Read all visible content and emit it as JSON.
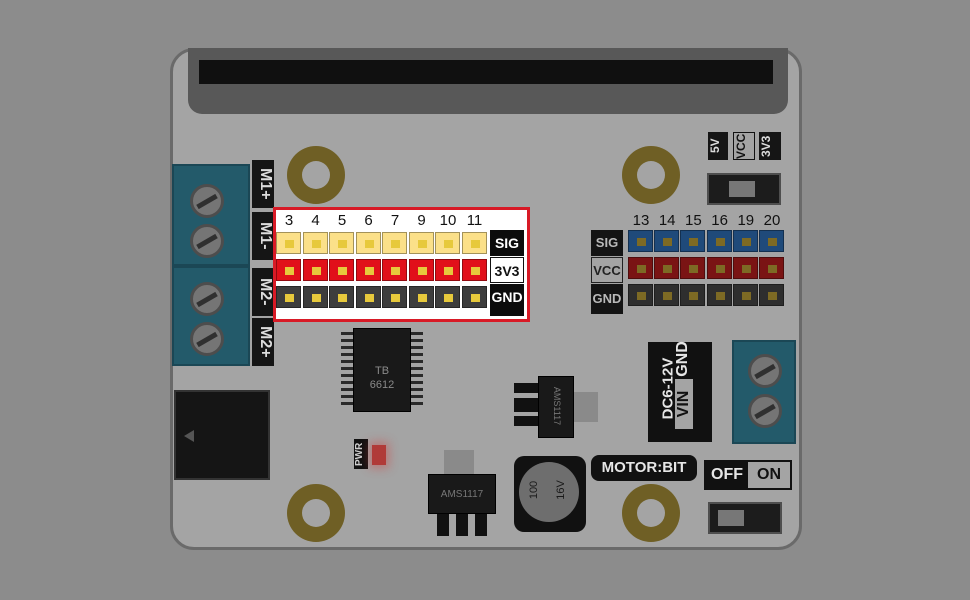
{
  "motor_terminal_labels": [
    "M1+",
    "M1-",
    "M2-",
    "M2+"
  ],
  "highlighted_header": {
    "pin_numbers": [
      "3",
      "4",
      "5",
      "6",
      "7",
      "9",
      "10",
      "11"
    ],
    "row_labels": [
      "SIG",
      "3V3",
      "GND"
    ],
    "row_colors": [
      "#fbe089",
      "#e1101a",
      "#3d3d3d"
    ],
    "highlight_color": "#d81a26"
  },
  "right_header": {
    "pin_numbers": [
      "13",
      "14",
      "15",
      "16",
      "19",
      "20"
    ],
    "row_labels": [
      "SIG",
      "VCC",
      "GND"
    ],
    "row_colors": [
      "#1f4a7a",
      "#7a1414",
      "#2e2e2e"
    ]
  },
  "voltage_select_labels": [
    "5V",
    "VCC",
    "3V3"
  ],
  "driver_chip": {
    "line1": "TB",
    "line2": "6612"
  },
  "regulator_top_text": "AMS1117",
  "regulator_bottom_text": "AMS1117",
  "capacitor_text": {
    "left": "100",
    "right": "16V"
  },
  "pwr_label": "PWR",
  "power_terminal": {
    "range": "DC6-12V",
    "vin": "VIN",
    "gnd": "GND"
  },
  "brand_label": "MOTOR:BIT",
  "power_switch": {
    "off": "OFF",
    "on": "ON"
  }
}
